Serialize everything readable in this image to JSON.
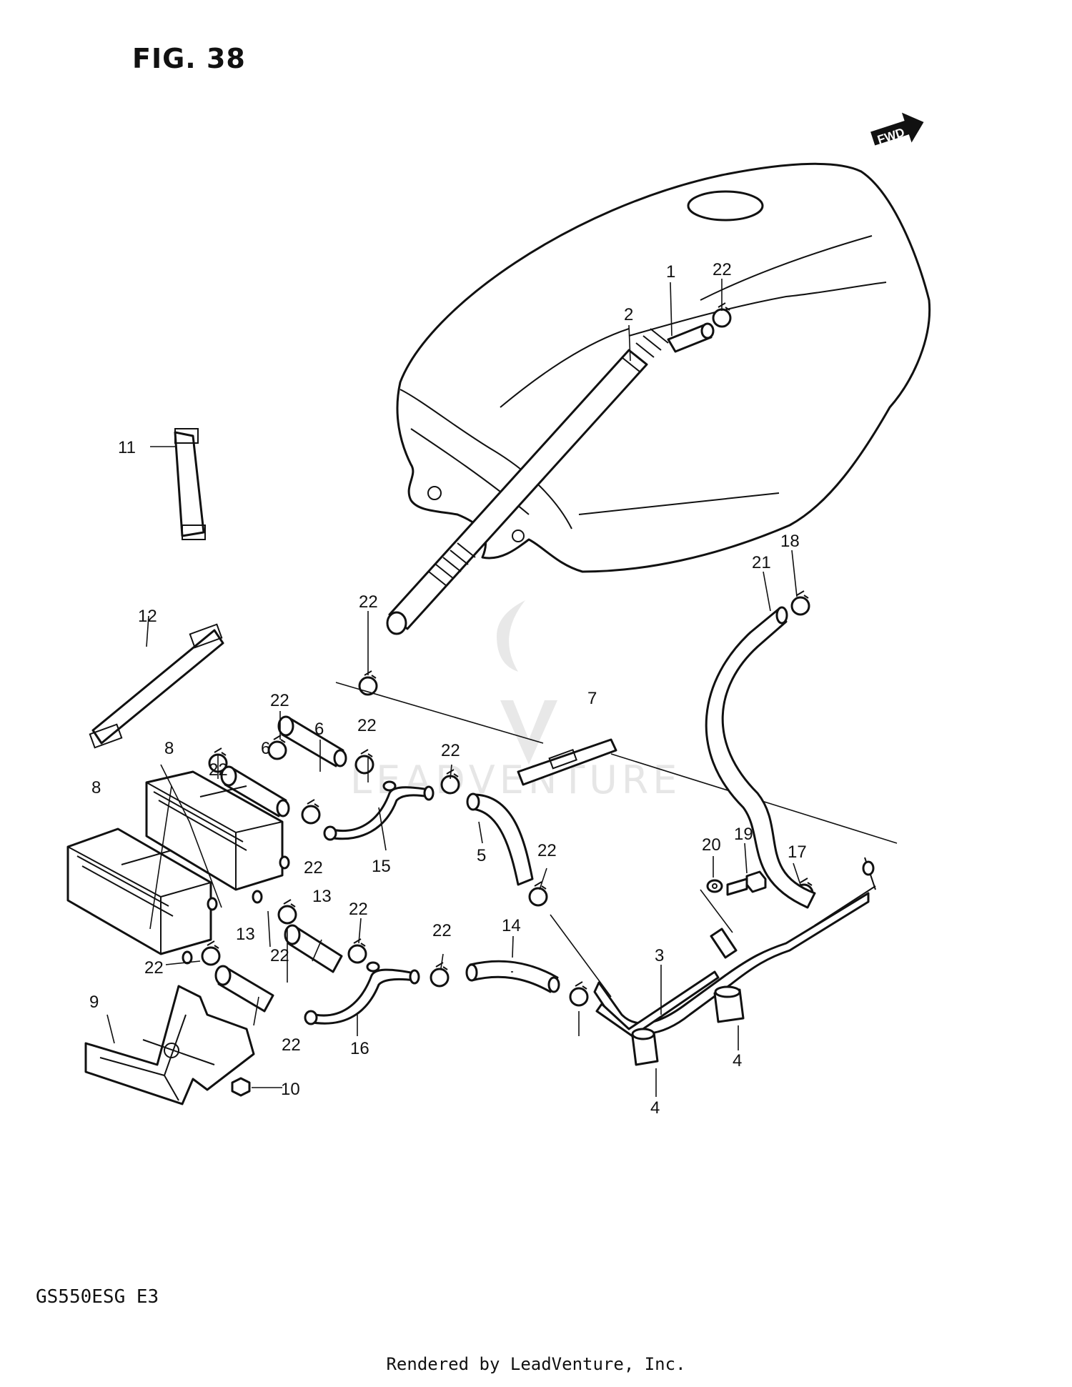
{
  "figure": {
    "title": "FIG. 38",
    "model_code": "GS550ESG  E3",
    "direction_badge": "FWD",
    "footer": "Rendered by LeadVenture, Inc.",
    "watermark": "LEADVENTURE"
  },
  "callouts": [
    "1",
    "2",
    "3",
    "4",
    "4",
    "5",
    "6",
    "6",
    "7",
    "8",
    "8",
    "9",
    "10",
    "11",
    "12",
    "13",
    "13",
    "14",
    "15",
    "16",
    "17",
    "18",
    "19",
    "20",
    "21",
    "22",
    "22",
    "22",
    "22",
    "22",
    "22",
    "22",
    "22",
    "22",
    "22",
    "22",
    "22",
    "22"
  ]
}
